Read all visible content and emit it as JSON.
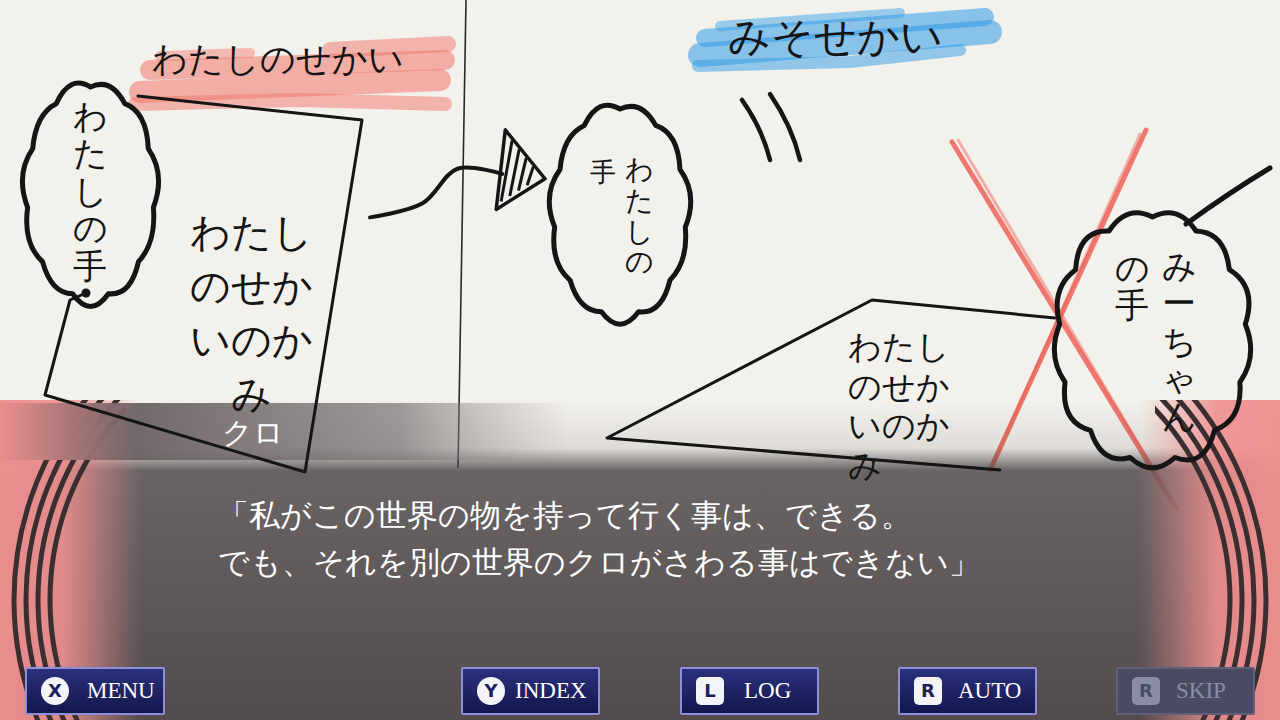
{
  "diagram": {
    "nodes": [
      {
        "text": [
          "わたしのせかいのかみ"
        ]
      },
      {
        "text": [
          "わたしの手"
        ]
      },
      {
        "text": [
          "わたしの",
          "手"
        ]
      },
      {
        "text": [
          "わたしのせかいのかみ"
        ]
      },
      {
        "text": [
          "みーちゃん",
          "の手"
        ]
      },
      {
        "text": [
          "クロ"
        ]
      },
      {
        "text": [
          "「私がこの世界の物を持って行く事は、できる。 でも、それを別の世界のクロがさわる事はできない」"
        ]
      },
      {
        "text": [
          "X",
          "MENU"
        ],
        "in": 6
      },
      {
        "text": [
          "Y",
          "INDEX"
        ],
        "in": 6
      },
      {
        "text": [
          "L",
          "LOG"
        ],
        "in": 6
      },
      {
        "text": [
          "R",
          "AUTO"
        ],
        "in": 6
      },
      {
        "text": [
          "R",
          "SKIP"
        ],
        "in": 6
      }
    ],
    "edges": [
      {
        "from": 0,
        "to": 2,
        "arrow": "to"
      }
    ],
    "labels": [
      "わたしのせかい",
      "みそせかい"
    ]
  }
}
